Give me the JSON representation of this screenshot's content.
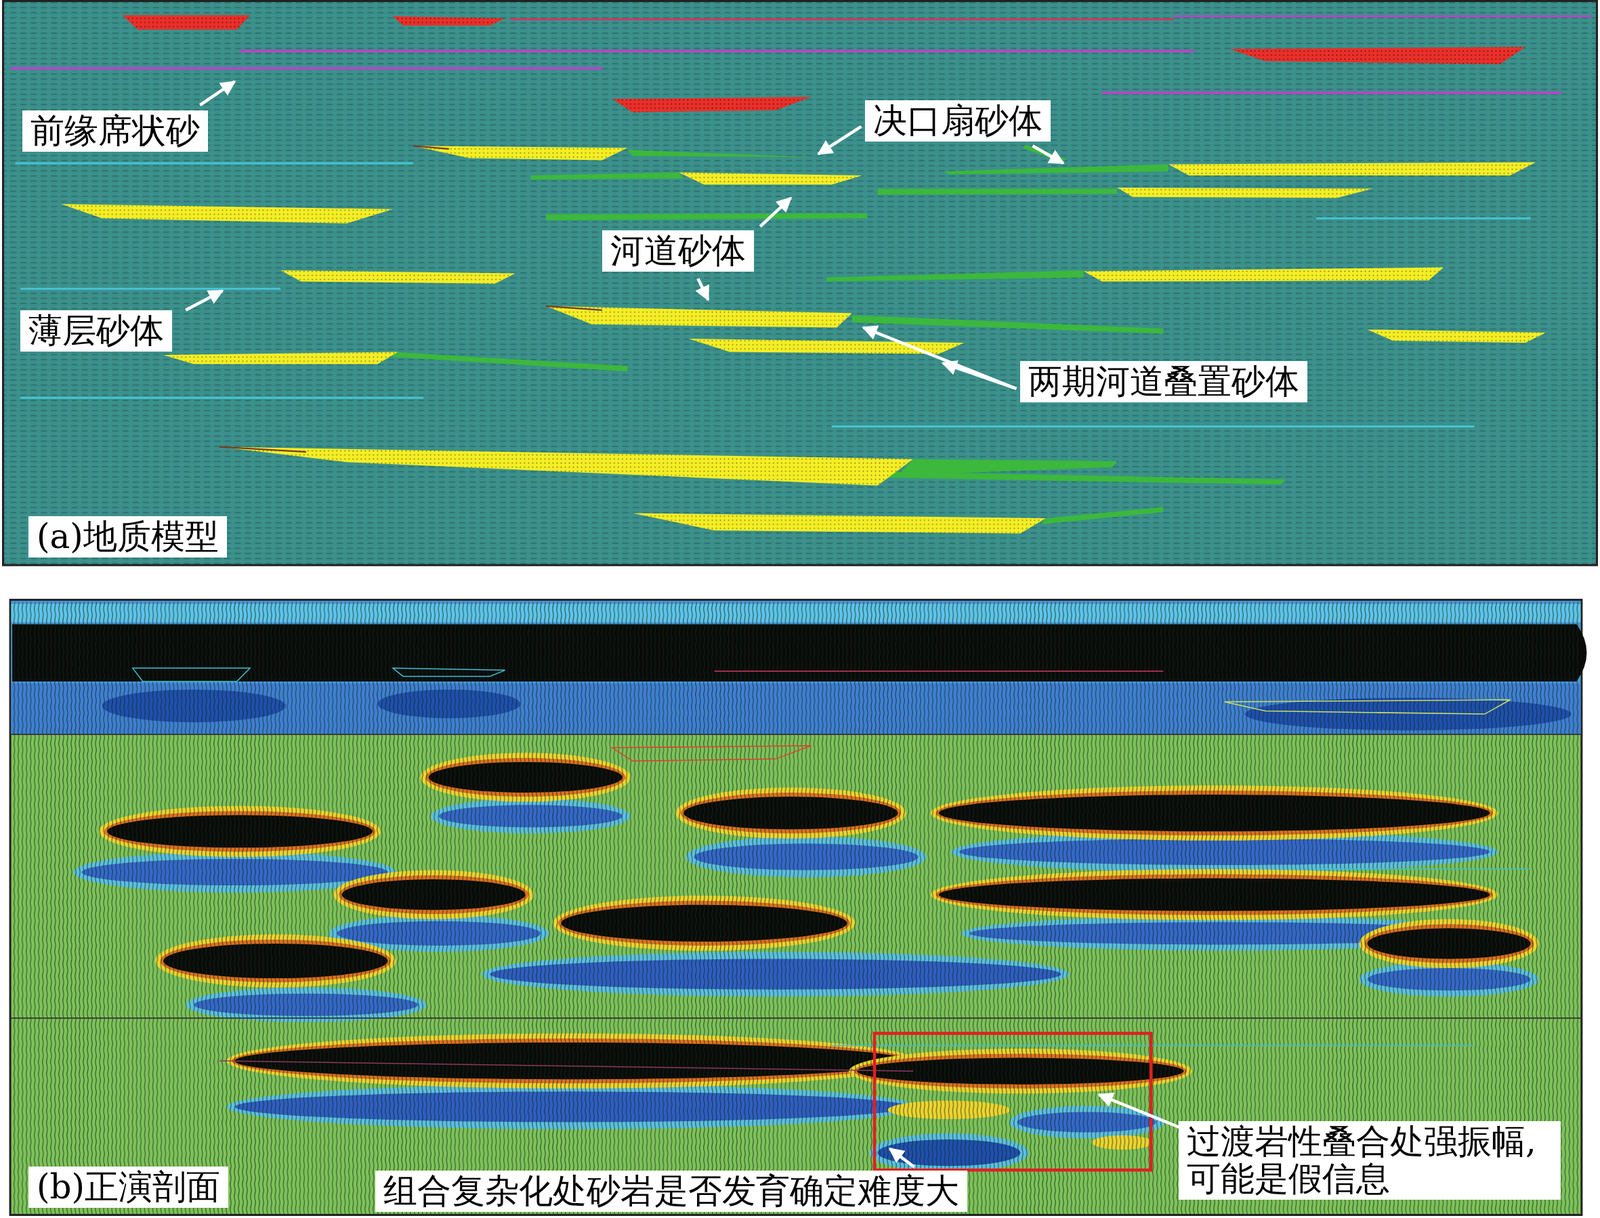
{
  "diagram": {
    "nodes": [
      {
        "text": [
          "(a)地质模型"
        ]
      },
      {
        "text": [
          "前缘席状砂"
        ],
        "in": 0
      },
      {
        "text": [
          "决口扇砂体"
        ],
        "in": 0
      },
      {
        "text": [
          "河道砂体"
        ],
        "in": 0
      },
      {
        "text": [
          "薄层砂体"
        ],
        "in": 0
      },
      {
        "text": [
          "两期河道叠置砂体"
        ],
        "in": 0
      },
      {
        "text": [
          "(b)正演剖面"
        ]
      },
      {
        "text": [
          "过渡岩性叠合处强振幅, 可能是假信息"
        ],
        "in": 6
      },
      {
        "text": [
          "组合复杂化处砂岩是否发育确定难度大"
        ],
        "in": 6
      }
    ]
  }
}
